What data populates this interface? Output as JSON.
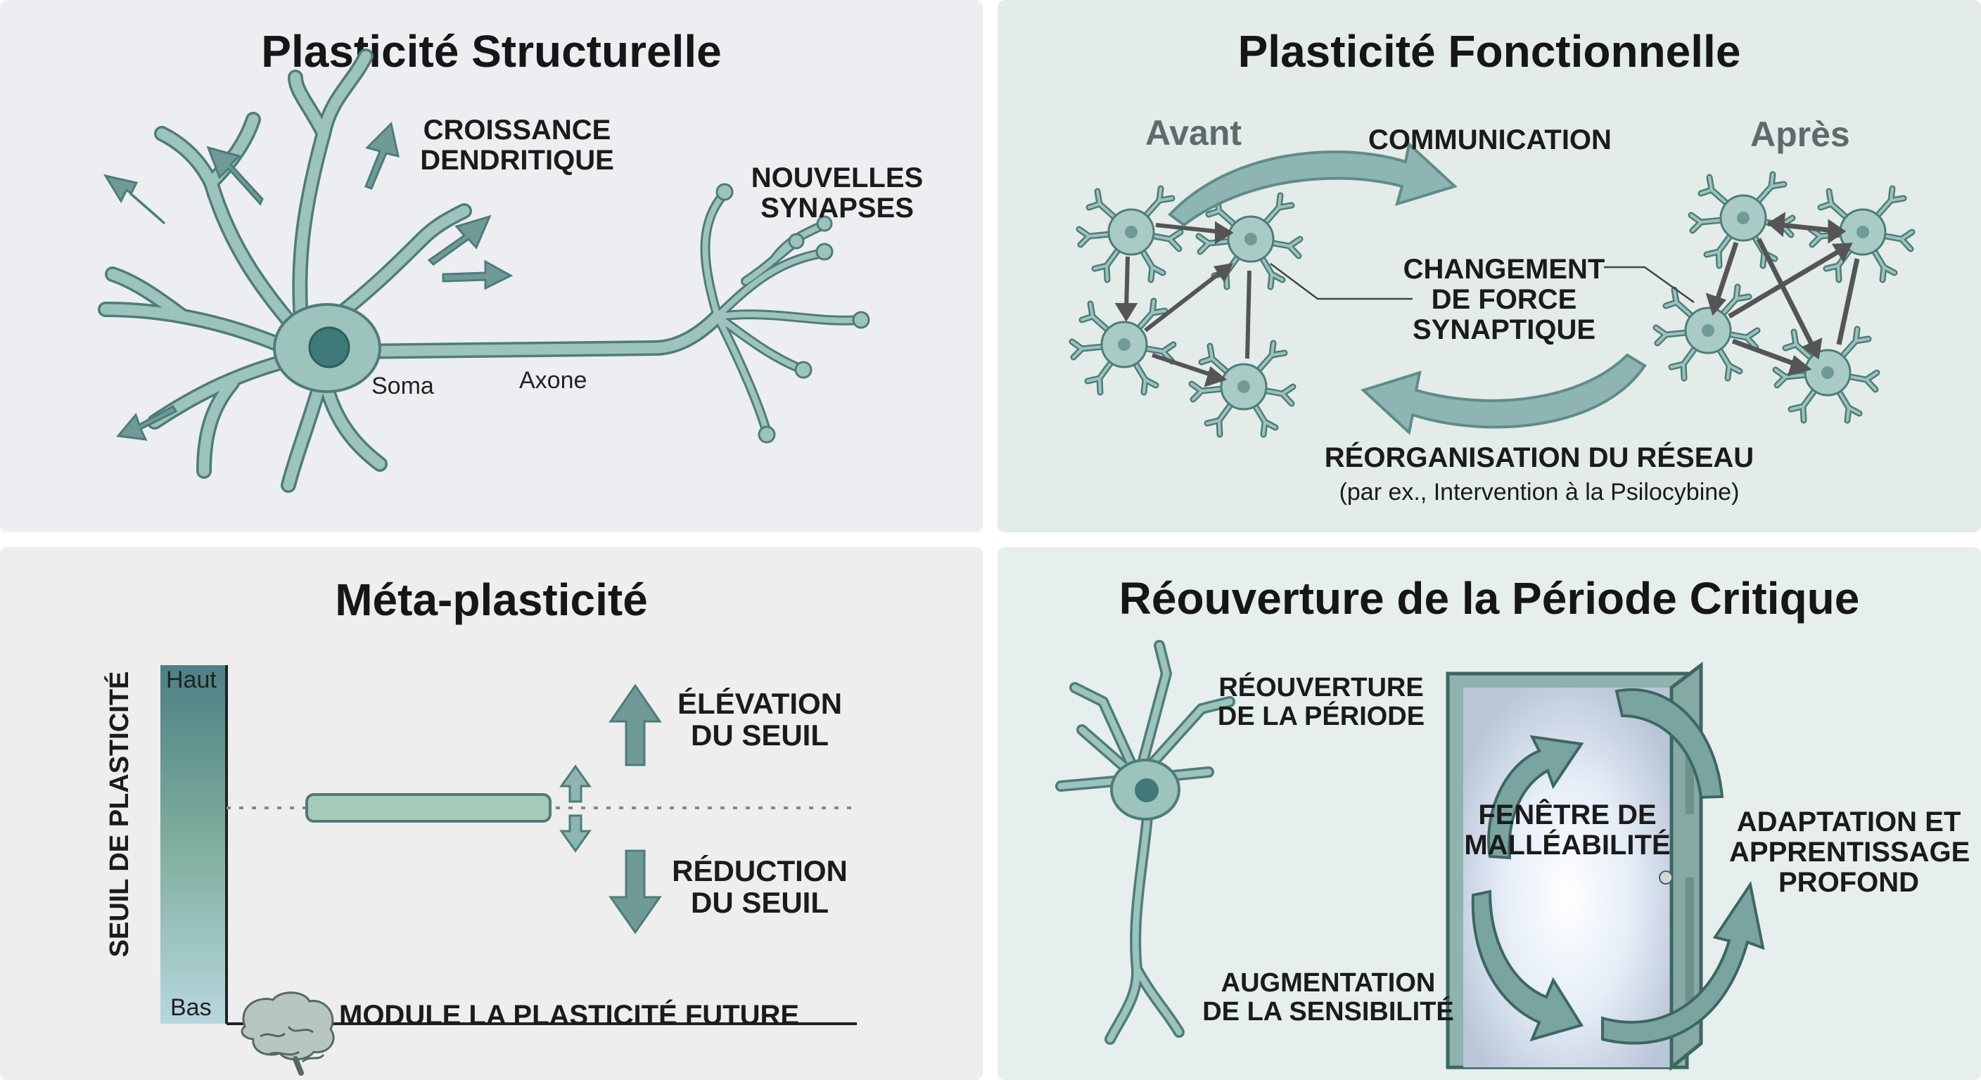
{
  "panels": {
    "structural": {
      "title": "Plasticité Structurelle",
      "label_growth": "CROISSANCE\nDENDRITIQUE",
      "label_synapses": "NOUVELLES\nSYNAPSES",
      "label_soma": "Soma",
      "label_axon": "Axone"
    },
    "functional": {
      "title": "Plasticité Fonctionnelle",
      "label_before": "Avant",
      "label_after": "Après",
      "label_communication": "COMMUNICATION",
      "label_strength": "CHANGEMENT\nDE FORCE\nSYNAPTIQUE",
      "label_reorg": "RÉORGANISATION DU RÉSEAU",
      "label_example": "(par ex., Intervention à la Psilocybine)"
    },
    "meta": {
      "title": "Méta-plasticité",
      "axis_label": "SEUIL DE PLASTICITÉ",
      "scale_high": "Haut",
      "scale_low": "Bas",
      "label_raise": "ÉLÉVATION\nDU SEUIL",
      "label_lower": "RÉDUCTION\nDU SEUIL",
      "footer": "MODULE LA PLASTICITÉ FUTURE"
    },
    "critical": {
      "title": "Réouverture de la Période Critique",
      "label_reopen": "RÉOUVERTURE\nDE LA PÉRIODE",
      "label_window": "FENÊTRE DE\nMALLÉABILITÉ",
      "label_adapt": "ADAPTATION ET\nAPPRENTISSAGE\nPROFOND",
      "label_sensitivity": "AUGMENTATION\nDE LA SENSIBILITÉ"
    }
  },
  "colors": {
    "teal_fill": "#9cc3bc",
    "teal_stroke": "#4f7c78",
    "arrow_fill": "#6f9a98",
    "nucleus": "#3f7a78",
    "gradient_top": "#4e7f84",
    "gradient_mid": "#7fae9e",
    "gradient_bottom": "#b8d7df"
  }
}
